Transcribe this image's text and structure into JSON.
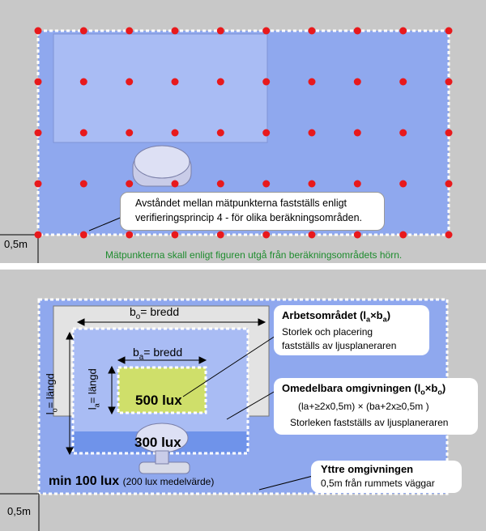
{
  "top": {
    "callout_line1": "Avståndet mellan mätpunkterna fastställs enligt",
    "callout_line2": "verifieringsprincip 4 - för olika beräkningsområden.",
    "caption": "Mätpunkterna skall enligt figuren utgå från beräkningsområdets hörn.",
    "offset_label": "0,5m"
  },
  "bottom": {
    "bo_prefix": "b",
    "bo_sub": "o",
    "bo_suffix": "= bredd",
    "ba_prefix": "b",
    "ba_sub": "a",
    "ba_suffix": "= bredd",
    "lo_label": "l",
    "lo_sub": "o",
    "lo_suffix": "= längd",
    "la_label": "l",
    "la_sub": "a",
    "la_suffix": "= längd",
    "lux_500": "500 lux",
    "lux_300": "300 lux",
    "min_lux": "min 100 lux",
    "min_lux_note": "(200 lux medelvärde)",
    "offset_label": "0,5m",
    "work_title": "Arbetsområdet (l",
    "work_title_sub1": "a",
    "work_title_mid": "×b",
    "work_title_sub2": "a",
    "work_title_end": ")",
    "work_line1": "Storlek och placering",
    "work_line2": "fastställs av ljusplaneraren",
    "imm_title": "Omedelbara omgivningen (l",
    "imm_title_sub1": "o",
    "imm_title_mid": "×b",
    "imm_title_sub2": "o",
    "imm_title_end": ")",
    "imm_formula": "(la+≥2x0,5m) × (ba+2x≥0,5m )",
    "imm_line2": "Storleken fastställs av ljusplaneraren",
    "outer_title": "Yttre omgivningen",
    "outer_line": "0,5m från rummets väggar"
  },
  "colors": {
    "room": "#8fa8ee",
    "inner_room": "#a9bcf4",
    "work_area": "#cfdf6a",
    "band_300": "#6f93ea",
    "dot": "#e8191c",
    "caption_green": "#1e8c2e"
  }
}
